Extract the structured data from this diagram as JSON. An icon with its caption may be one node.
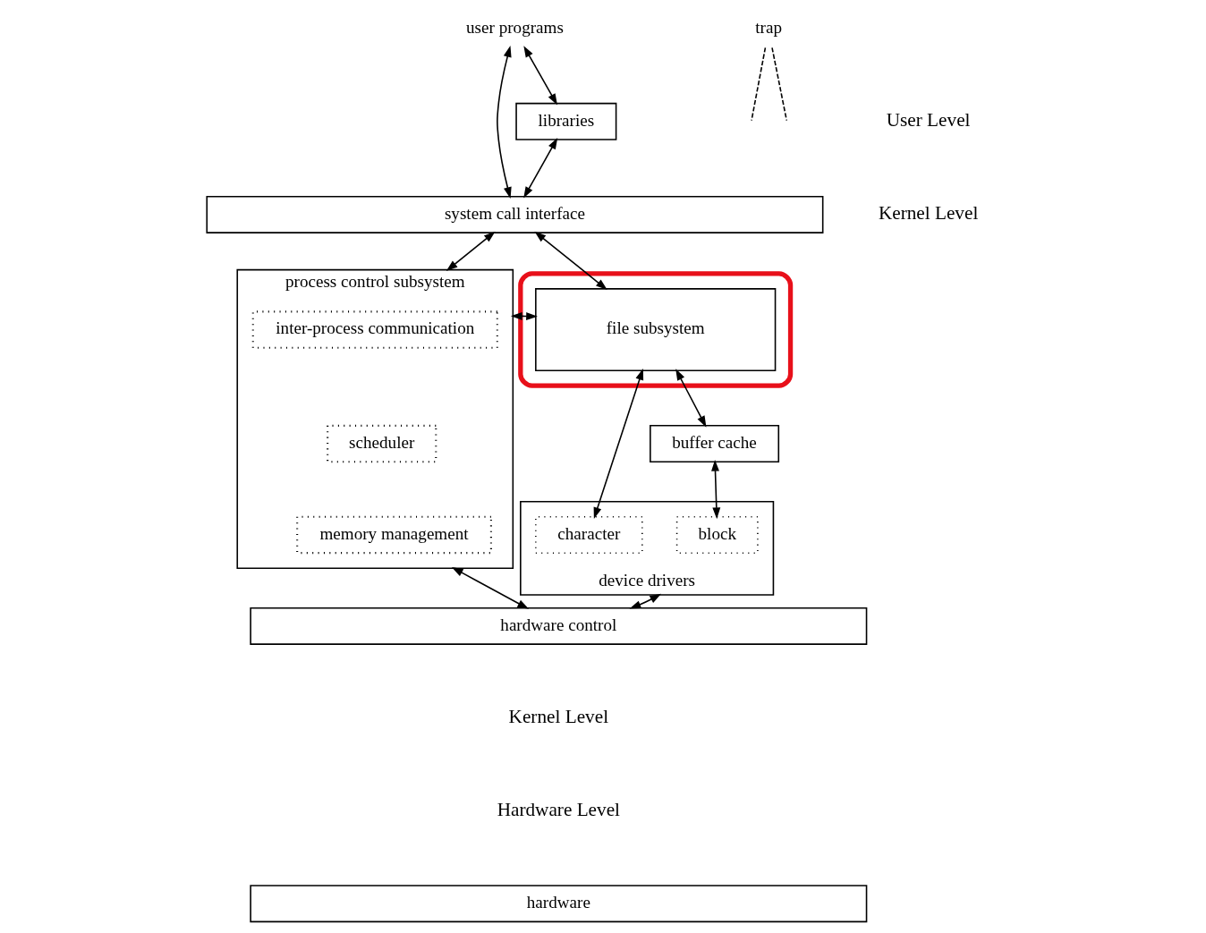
{
  "diagram": {
    "nodes": [
      {
        "text": [
          "user programs"
        ]
      },
      {
        "text": [
          "libraries"
        ]
      },
      {
        "text": [
          "system call interface"
        ]
      },
      {
        "text": [],
        "shape": "box"
      },
      {
        "text": [
          "file subsystem"
        ],
        "in": 3
      },
      {
        "text": [
          "process control subsystem"
        ]
      },
      {
        "text": [
          "inter-process communication"
        ],
        "in": 5
      },
      {
        "text": [
          "scheduler"
        ],
        "in": 5
      },
      {
        "text": [
          "memory management"
        ],
        "in": 5
      },
      {
        "text": [
          "buffer cache"
        ]
      },
      {
        "text": [
          "device drivers"
        ]
      },
      {
        "text": [
          "character"
        ],
        "in": 10
      },
      {
        "text": [
          "block"
        ],
        "in": 10
      },
      {
        "text": [
          "hardware control"
        ]
      },
      {
        "text": [
          "hardware"
        ]
      },
      {
        "text": [
          "trap"
        ]
      }
    ],
    "edges": [
      {
        "from": 0,
        "to": 1,
        "arrow": "both"
      },
      {
        "from": 0,
        "to": 2,
        "arrow": "both"
      },
      {
        "from": 1,
        "to": 2,
        "arrow": "both"
      },
      {
        "from": 15,
        "to": null,
        "arrow": "none",
        "style": "dashed"
      },
      {
        "from": 15,
        "to": null,
        "arrow": "none",
        "style": "dashed"
      },
      {
        "from": 2,
        "to": 4,
        "arrow": "both"
      },
      {
        "from": 2,
        "to": 5,
        "arrow": "both"
      },
      {
        "from": 4,
        "to": 5,
        "arrow": "both"
      },
      {
        "from": 4,
        "to": 9,
        "arrow": "both"
      },
      {
        "from": 4,
        "to": 11,
        "arrow": "both"
      },
      {
        "from": 9,
        "to": 12,
        "arrow": "both"
      },
      {
        "from": 10,
        "to": 13,
        "arrow": "both"
      },
      {
        "from": 5,
        "to": 13,
        "arrow": "both"
      }
    ],
    "labels": [
      "User Level",
      "Kernel Level",
      "Kernel Level",
      "Hardware Level"
    ]
  }
}
